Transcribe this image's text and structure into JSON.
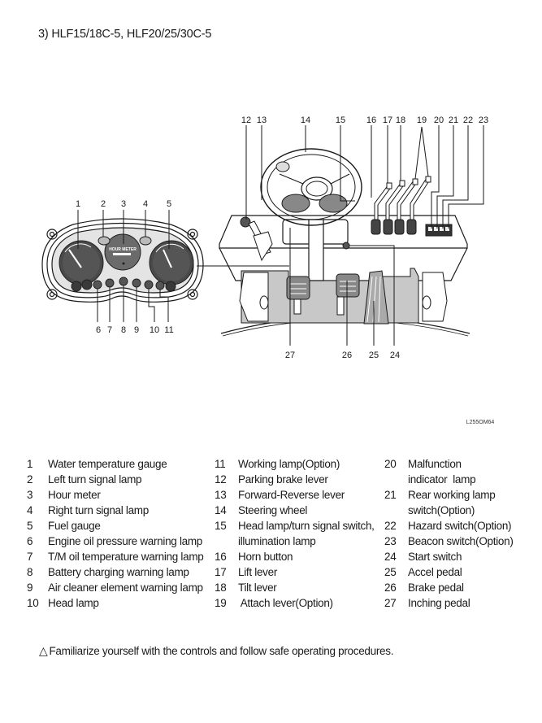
{
  "heading": "3) HLF15/18C-5, HLF20/25/30C-5",
  "figure": {
    "code": "L255OM64",
    "hour_meter_text": "HOUR METER",
    "callouts": {
      "c1": "1",
      "c2": "2",
      "c3": "3",
      "c4": "4",
      "c5": "5",
      "c6": "6",
      "c7": "7",
      "c8": "8",
      "c9": "9",
      "c10": "10",
      "c11": "11",
      "c12": "12",
      "c13": "13",
      "c14": "14",
      "c15": "15",
      "c16": "16",
      "c17": "17",
      "c18": "18",
      "c19": "19",
      "c20": "20",
      "c21": "21",
      "c22": "22",
      "c23": "23",
      "c24": "24",
      "c25": "25",
      "c26": "26",
      "c27": "27"
    },
    "colors": {
      "line": "#1a1a1a",
      "gauge_face": "#4a4a4a",
      "panel_fill": "#d9d9d9",
      "floor_fill": "#c8c8c8"
    }
  },
  "legend": {
    "column1": [
      {
        "num": "1",
        "text": "Water temperature gauge"
      },
      {
        "num": "2",
        "text": "Left turn signal lamp"
      },
      {
        "num": "3",
        "text": "Hour meter"
      },
      {
        "num": "4",
        "text": "Right turn signal lamp"
      },
      {
        "num": "5",
        "text": "Fuel gauge"
      },
      {
        "num": "6",
        "text": "Engine oil pressure warning lamp"
      },
      {
        "num": "7",
        "text": "T/M oil temperature warning lamp"
      },
      {
        "num": "8",
        "text": "Battery charging warning lamp"
      },
      {
        "num": "9",
        "text": "Air cleaner element warning lamp"
      },
      {
        "num": "10",
        "text": "Head lamp"
      }
    ],
    "column2": [
      {
        "num": "11",
        "text": "Working lamp(Option)"
      },
      {
        "num": "12",
        "text": "Parking brake lever"
      },
      {
        "num": "13",
        "text": "Forward-Reverse lever"
      },
      {
        "num": "14",
        "text": "Steering wheel"
      },
      {
        "num": "15",
        "text": "Head lamp/turn signal switch,",
        "cont": "illumination lamp"
      },
      {
        "num": "16",
        "text": "Horn button"
      },
      {
        "num": "17",
        "text": "Lift lever"
      },
      {
        "num": "18",
        "text": "Tilt lever"
      },
      {
        "num": "19",
        "text": " Attach lever(Option)"
      }
    ],
    "column3": [
      {
        "num": "20",
        "text": "Malfunction",
        "cont": "indicator  lamp"
      },
      {
        "num": "21",
        "text": "Rear working lamp",
        "cont": "switch(Option)"
      },
      {
        "num": "22",
        "text": "Hazard switch(Option)"
      },
      {
        "num": "23",
        "text": "Beacon switch(Option)"
      },
      {
        "num": "24",
        "text": "Start switch"
      },
      {
        "num": "25",
        "text": "Accel pedal"
      },
      {
        "num": "26",
        "text": "Brake pedal"
      },
      {
        "num": "27",
        "text": "Inching pedal"
      }
    ]
  },
  "note": {
    "icon": "warning-triangle-icon",
    "symbol": "△",
    "text": "Familiarize yourself with the controls and follow safe operating procedures."
  }
}
